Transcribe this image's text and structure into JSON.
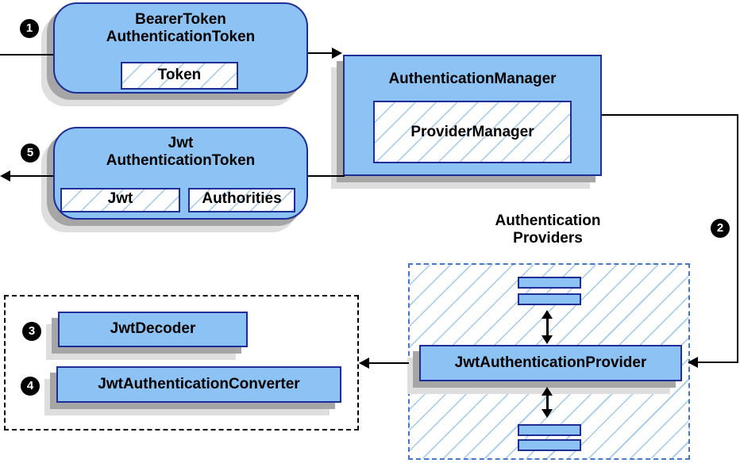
{
  "colors": {
    "node_fill": "#8DC3F4",
    "node_border": "#1E2E96",
    "hatch_line": "#9FC9EF",
    "providers_dashed_border": "#4677C8",
    "outer_dashed_border": "#000000",
    "shadow_dark": "#A6A6A6",
    "shadow_light": "#DEDEDE",
    "arrow": "#000000"
  },
  "steps": [
    "1",
    "2",
    "3",
    "4",
    "5"
  ],
  "nodes": {
    "bearer_token": {
      "title_line1": "BearerToken",
      "title_line2": "AuthenticationToken",
      "field_token": "Token"
    },
    "authentication_manager": {
      "title": "AuthenticationManager",
      "implementation": "ProviderManager"
    },
    "jwt_authentication_token": {
      "title_line1": "Jwt",
      "title_line2": "AuthenticationToken",
      "field_jwt": "Jwt",
      "field_authorities": "Authorities"
    },
    "authentication_providers": {
      "label_line1": "Authentication",
      "label_line2": "Providers"
    },
    "jwt_authentication_provider": {
      "title": "JwtAuthenticationProvider"
    },
    "jwt_decoder": {
      "title": "JwtDecoder"
    },
    "jwt_authentication_converter": {
      "title": "JwtAuthenticationConverter"
    }
  }
}
